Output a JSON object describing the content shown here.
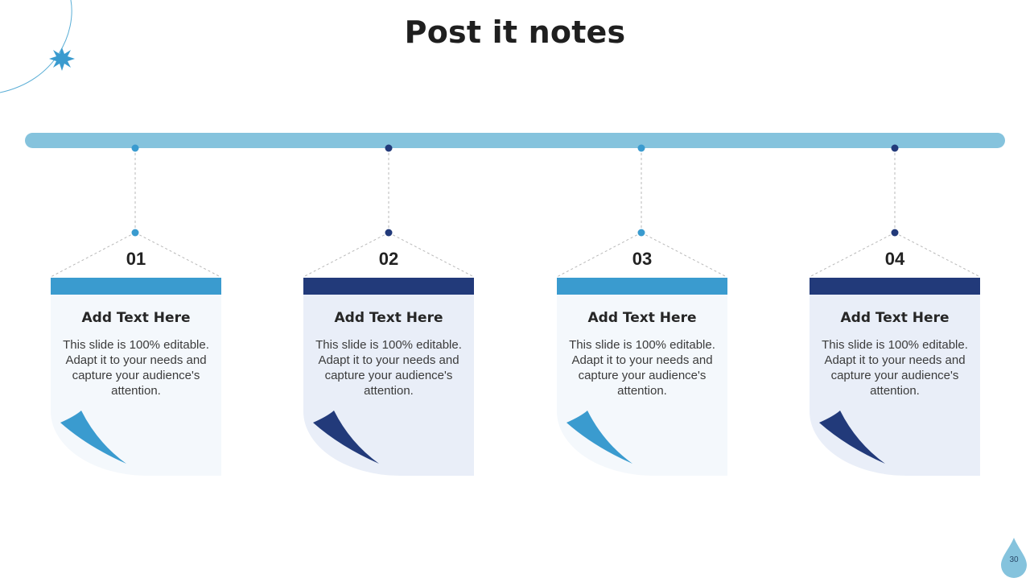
{
  "slide": {
    "title": "Post it notes",
    "page_number": "30"
  },
  "colors": {
    "timeline_bar": "#85c3dd",
    "accent_light": "#3a9bcf",
    "accent_dark": "#223a7a",
    "paper_light": "#f4f8fc",
    "paper_dark": "#e9eef8"
  },
  "notes": [
    {
      "number": "01",
      "heading": "Add Text Here",
      "body": "This slide is 100% editable. Adapt it to your needs and capture your audience's attention.",
      "accent": "#3a9bcf",
      "paper": "#f4f8fc"
    },
    {
      "number": "02",
      "heading": "Add Text Here",
      "body": "This slide is 100% editable. Adapt it to your needs and capture your audience's attention.",
      "accent": "#223a7a",
      "paper": "#e9eef8"
    },
    {
      "number": "03",
      "heading": "Add Text Here",
      "body": "This slide is 100% editable. Adapt it to your needs and capture your audience's attention.",
      "accent": "#3a9bcf",
      "paper": "#f4f8fc"
    },
    {
      "number": "04",
      "heading": "Add Text Here",
      "body": "This slide is 100% editable. Adapt it to your needs and capture your audience's attention.",
      "accent": "#223a7a",
      "paper": "#e9eef8"
    }
  ]
}
